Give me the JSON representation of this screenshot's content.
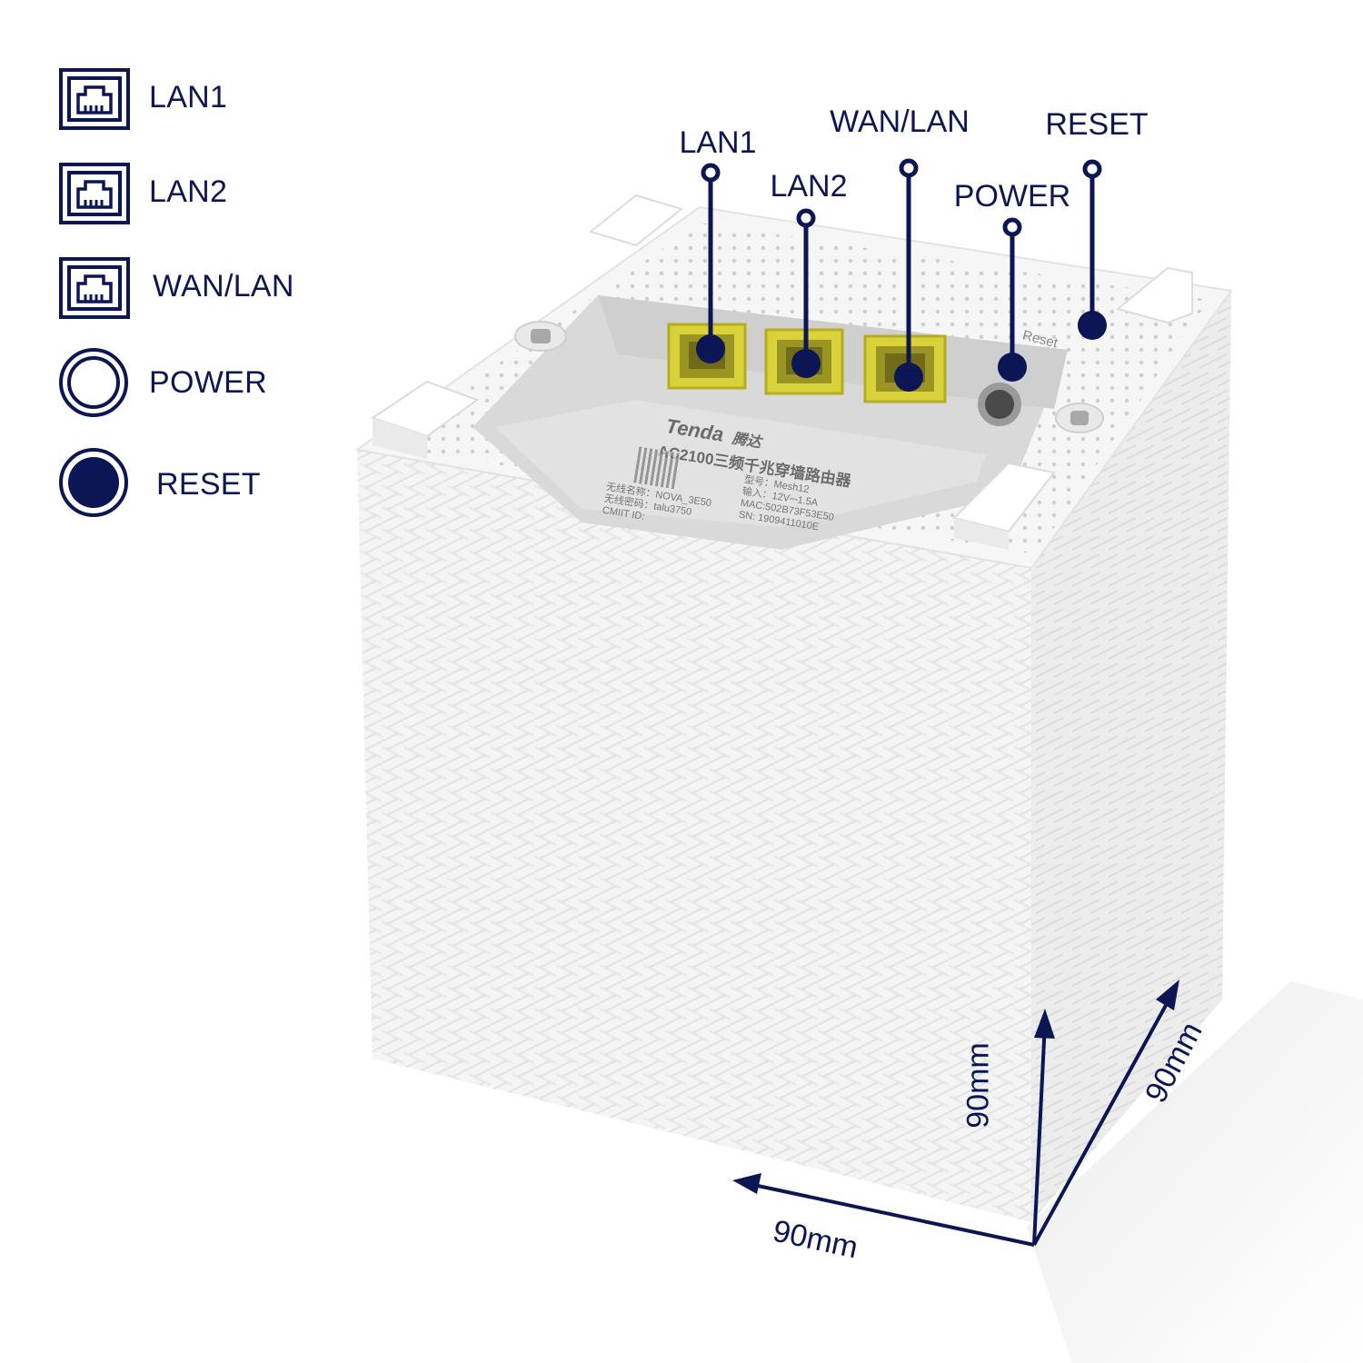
{
  "colors": {
    "navy": "#0d1654",
    "port_yellow": "#d9d23a",
    "body_white": "#f7f7f7",
    "shadow": "#d8d8d8"
  },
  "legend": [
    {
      "icon": "ethernet-port-icon",
      "label": "LAN1"
    },
    {
      "icon": "ethernet-port-icon",
      "label": "LAN2"
    },
    {
      "icon": "ethernet-port-icon",
      "label": "WAN/LAN"
    },
    {
      "icon": "power-ring-icon",
      "label": "POWER"
    },
    {
      "icon": "reset-dot-icon",
      "label": "RESET"
    }
  ],
  "callouts": {
    "lan1": "LAN1",
    "lan2": "LAN2",
    "wanlan": "WAN/LAN",
    "power": "POWER",
    "reset": "RESET"
  },
  "device_label": {
    "brand": "Tenda",
    "brand_cn": "腾达",
    "model_line": "AC2100三频千兆穿墙路由器",
    "model": "型号：Mesh12",
    "input": "输入：12V⎓1.5A",
    "mac": "MAC:502B73F53E50",
    "sn": "SN: 1909411010E",
    "ssid": "无线名称：NOVA_3E50",
    "password": "无线密码：talu3750",
    "cmiit": "CMIIT ID:",
    "reset_mark": "Reset"
  },
  "dimensions": {
    "height": "90mm",
    "width": "90mm",
    "depth": "90mm"
  }
}
